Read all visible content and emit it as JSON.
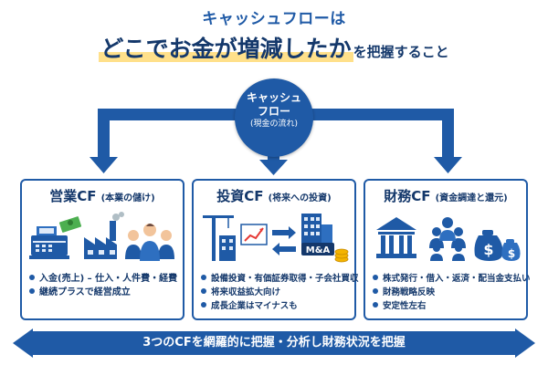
{
  "header": {
    "line1": "キャッシュフローは",
    "line2_highlight": "どこでお金が増減したか",
    "line2_rest": "を把握すること"
  },
  "center": {
    "line1": "キャッシュ",
    "line2": "フロー",
    "line3": "(現金の流れ)"
  },
  "cards": [
    {
      "heading": "営業CF",
      "sub": "(本業の儲け)",
      "icons": [
        "cash-register-icon",
        "money-stack-icon",
        "factory-icon",
        "people-group-icon"
      ],
      "bullets": [
        "入金(売上) – 仕入・人件費・経費",
        "継続プラスで経営成立"
      ]
    },
    {
      "heading": "投資CF",
      "sub": "(将来への投資)",
      "icons": [
        "construction-crane-icon",
        "growth-chart-icon",
        "exchange-arrows-icon",
        "office-building-icon",
        "coins-icon"
      ],
      "icon_label": "M&A",
      "bullets": [
        "設備投資・有価証券取得・子会社買収",
        "将来収益拡大向け",
        "成長企業はマイナスも"
      ]
    },
    {
      "heading": "財務CF",
      "sub": "(資金調達と還元)",
      "icons": [
        "bank-icon",
        "shareholders-icon",
        "money-bags-icon"
      ],
      "bullets": [
        "株式発行・借入・返済・配当金支払い",
        "財務戦略反映",
        "安定性左右"
      ]
    }
  ],
  "footer": {
    "text": "3つのCFを網羅的に把握・分析し財務状況を把握"
  },
  "colors": {
    "primary": "#1f5aa6",
    "dark_text": "#14386b",
    "highlight": "#ffe08a"
  }
}
